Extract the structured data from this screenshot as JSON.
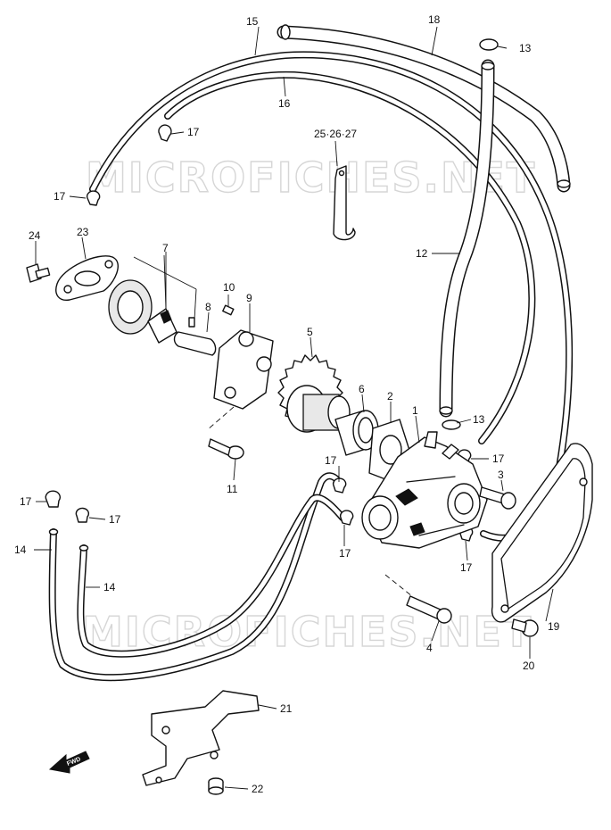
{
  "watermark": {
    "top": "MICROFICHES.NET",
    "bottom": "MICROFICHES.NET"
  },
  "callouts": {
    "c1": "1",
    "c2": "2",
    "c3": "3",
    "c4": "4",
    "c5": "5",
    "c6": "6",
    "c7": "7",
    "c8": "8",
    "c9": "9",
    "c10": "10",
    "c11": "11",
    "c12": "12",
    "c13a": "13",
    "c13b": "13",
    "c14a": "14",
    "c14b": "14",
    "c15": "15",
    "c16": "16",
    "c17a": "17",
    "c17b": "17",
    "c17c": "17",
    "c17d": "17",
    "c17e": "17",
    "c17f": "17",
    "c17g": "17",
    "c17h": "17",
    "c18": "18",
    "c19": "19",
    "c20": "20",
    "c21": "21",
    "c22": "22",
    "c23": "23",
    "c24": "24",
    "c25": "25·26·27"
  },
  "fwd_label": "FWD",
  "colors": {
    "line": "#111111",
    "watermark": "#d6d6d6",
    "background": "#ffffff"
  }
}
